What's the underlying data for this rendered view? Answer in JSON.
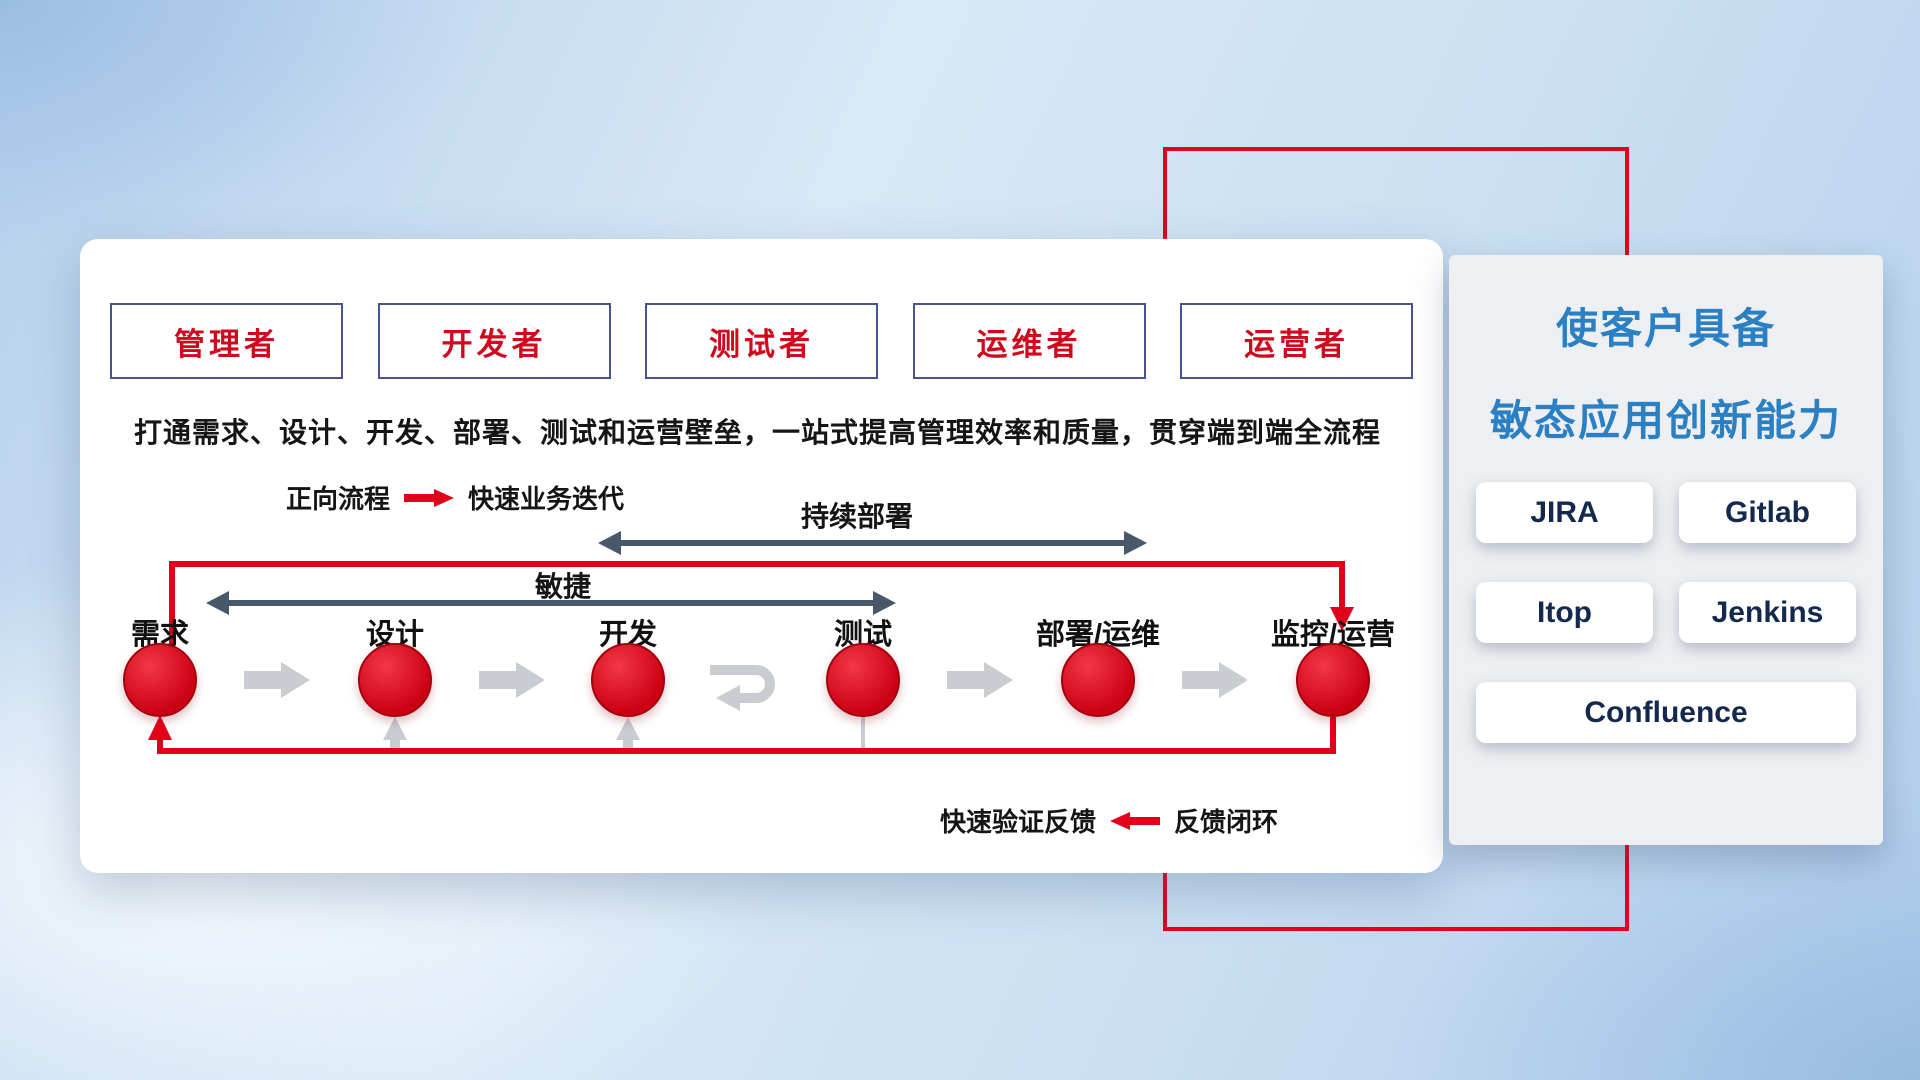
{
  "card": {
    "roles": [
      "管理者",
      "开发者",
      "测试者",
      "运维者",
      "运营者"
    ],
    "subtitle": "打通需求、设计、开发、部署、测试和运营壁垒，一站式提高管理效率和质量，贯穿端到端全流程",
    "forward_legend": {
      "label": "正向流程",
      "desc": "快速业务迭代"
    },
    "feedback_legend": {
      "desc": "快速验证反馈",
      "label": "反馈闭环"
    },
    "flow": {
      "stages": [
        "需求",
        "设计",
        "开发",
        "测试",
        "部署/运维",
        "监控/运营"
      ],
      "agile_span": "敏捷",
      "cd_span": "持续部署"
    }
  },
  "panel": {
    "title_line1": "使客户具备",
    "title_line2": "敏态应用创新能力",
    "tools": [
      "JIRA",
      "Gitlab",
      "Itop",
      "Jenkins",
      "Confluence"
    ]
  },
  "colors": {
    "accent_red": "#e2001a",
    "title_blue": "#2b7fc3",
    "dark_arrow": "#48586b",
    "gray_arrow": "#c9cdd2",
    "role_text_red": "#cf0a1e",
    "role_border_navy": "#47538f"
  }
}
